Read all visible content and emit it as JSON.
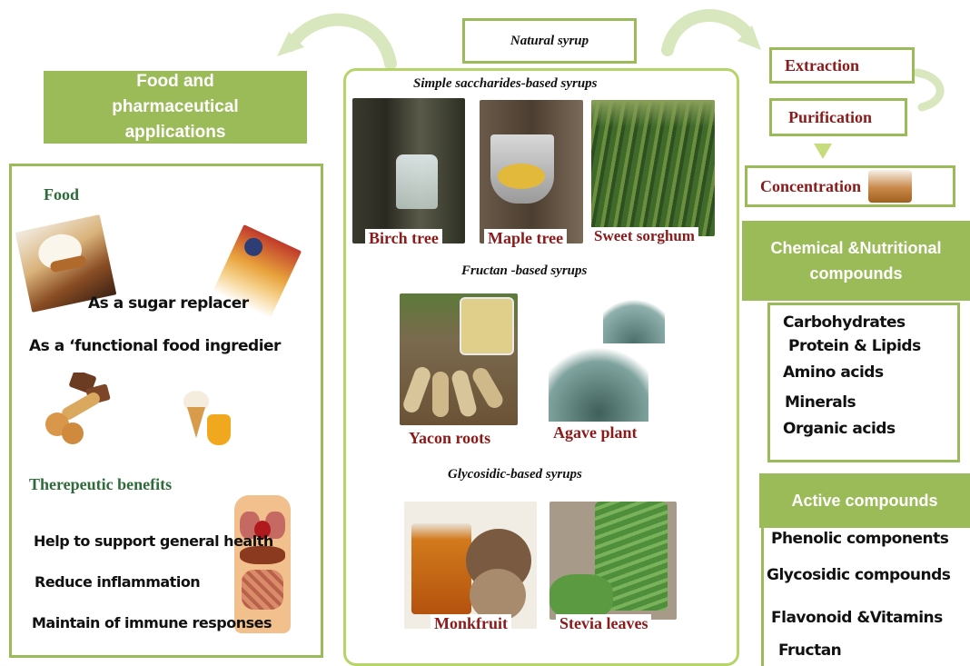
{
  "left": {
    "header": "Food and pharmaceutical applications",
    "food_title": "Food",
    "sugar_replacer": "As a sugar replacer",
    "functional": "As a ‘functional food ingredier",
    "therapeutic_title": "Therepeutic benefits",
    "benefits": [
      "Help to support general health",
      "Reduce inflammation",
      "Maintain of immune responses"
    ]
  },
  "center": {
    "title": "Natural syrup",
    "simple_title": "Simple saccharides-based syrups",
    "simple_items": [
      "Birch tree",
      "Maple tree",
      "Sweet sorghum"
    ],
    "fructan_title": "Fructan -based syrups",
    "fructan_items": [
      "Yacon roots",
      "Agave plant"
    ],
    "glyco_title": "Glycosidic-based syrups",
    "glyco_items": [
      "Monkfruit",
      "Stevia leaves"
    ]
  },
  "right": {
    "steps": [
      "Extraction",
      "Purification",
      "Concentration"
    ],
    "chem_header": "Chemical &Nutritional compounds",
    "chem_items": [
      "Carbohydrates",
      "Protein & Lipids",
      "Amino acids",
      "Minerals",
      "Organic acids"
    ],
    "active_header": "Active compounds",
    "active_items": [
      "Phenolic components",
      "Glycosidic compounds",
      "Flavonoid &Vitamins",
      "Fructan"
    ]
  },
  "colors": {
    "accent_green": "#9bbb59",
    "caption_red": "#8b1a1a",
    "food_title_green": "#2e6b3a"
  }
}
